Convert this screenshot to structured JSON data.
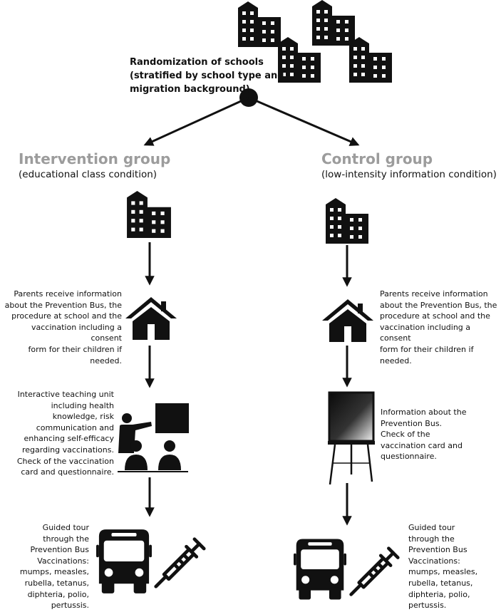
{
  "randomization": {
    "lines": [
      "Randomization of schools",
      "(stratified by school type and",
      "migration background)"
    ]
  },
  "intervention": {
    "title": "Intervention group",
    "subtitle": "(educational class condition)",
    "parents_text": [
      "Parents receive information",
      "about the Prevention Bus, the",
      "procedure at school and the",
      "vaccination including a consent",
      "form for their children if",
      "needed."
    ],
    "teaching_text": [
      "Interactive teaching unit",
      "including health",
      "knowledge, risk",
      "communication and",
      "enhancing self-efficacy",
      "regarding vaccinations.",
      "Check of the vaccination",
      "card and questionnaire."
    ],
    "bus_text": [
      "Guided tour",
      "through the",
      "Prevention Bus",
      "Vaccinations:",
      "mumps, measles,",
      "rubella, tetanus,",
      "diphteria, polio,",
      "pertussis."
    ]
  },
  "control": {
    "title": "Control group",
    "subtitle": "(low-intensity information condition)",
    "parents_text": [
      "Parents receive information",
      "about the Prevention Bus, the",
      "procedure at school and the",
      "vaccination including a consent",
      "form for their children if",
      "needed."
    ],
    "info_text": [
      "Information about the",
      "Prevention Bus.",
      "Check of the",
      "vaccination card and",
      "questionnaire."
    ],
    "bus_text": [
      "Guided tour",
      "through the",
      "Prevention Bus",
      "Vaccinations:",
      "mumps, measles,",
      "rubella, tetanus,",
      "diphteria, polio,",
      "pertussis."
    ]
  }
}
